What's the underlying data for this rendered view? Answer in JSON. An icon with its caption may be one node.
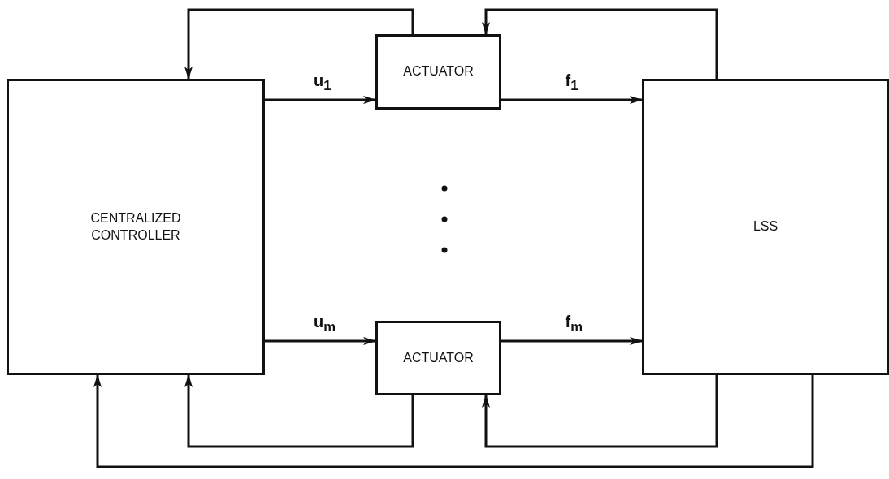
{
  "diagram": {
    "nodes": [
      {
        "text": [
          "CENTRALIZED CONTROLLER"
        ]
      },
      {
        "text": [
          "ACTUATOR"
        ]
      },
      {
        "text": [
          "ACTUATOR"
        ]
      },
      {
        "text": [
          "LSS"
        ]
      }
    ],
    "edges": [
      {
        "from": 0,
        "to": 1,
        "arrow": "to",
        "label": "u$_{1}$"
      },
      {
        "from": 1,
        "to": 3,
        "arrow": "to",
        "label": "f$_{1}$"
      },
      {
        "from": 0,
        "to": 2,
        "arrow": "to",
        "label": "u$_{m}$"
      },
      {
        "from": 2,
        "to": 3,
        "arrow": "to",
        "label": "f$_{m}$"
      },
      {
        "from": 1,
        "to": 0,
        "arrow": "to"
      },
      {
        "from": 3,
        "to": 1,
        "arrow": "to"
      },
      {
        "from": 2,
        "to": 0,
        "arrow": "to"
      },
      {
        "from": 3,
        "to": 2,
        "arrow": "to"
      },
      {
        "from": 3,
        "to": 0,
        "arrow": "to"
      }
    ]
  }
}
